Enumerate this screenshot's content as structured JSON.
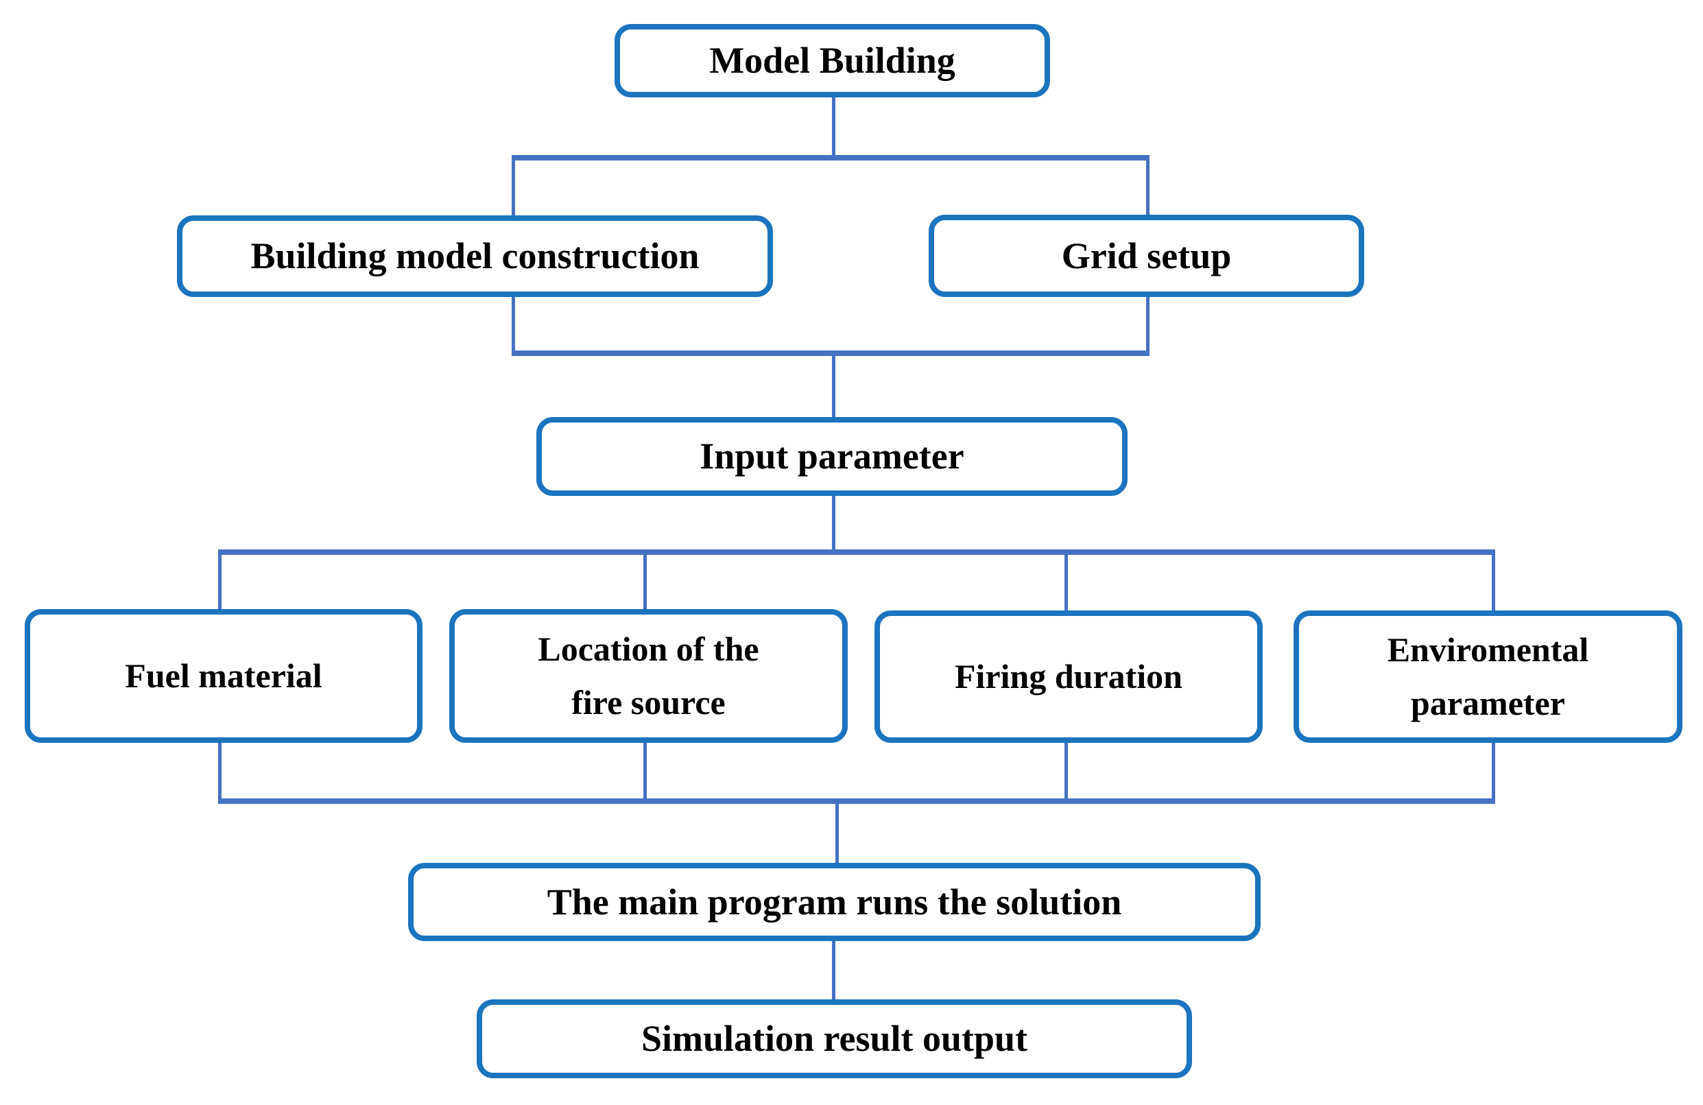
{
  "colors": {
    "box-border": "#1b74be",
    "connector": "#4472c4",
    "text": "#000000",
    "background": "#ffffff"
  },
  "nodes": {
    "model_building": {
      "label": "Model Building"
    },
    "building_model_construction": {
      "label": "Building model construction"
    },
    "grid_setup": {
      "label": "Grid setup"
    },
    "input_parameter": {
      "label": "Input parameter"
    },
    "fuel_material": {
      "label": "Fuel material"
    },
    "location_fire_source": {
      "label": "Location of the\nfire source"
    },
    "firing_duration": {
      "label": "Firing duration"
    },
    "enviromental_parameter": {
      "label": "Enviromental\nparameter"
    },
    "main_program": {
      "label": "The main program runs the solution"
    },
    "simulation_result": {
      "label": "Simulation result output"
    }
  },
  "edges": [
    {
      "from": "model_building",
      "to": "building_model_construction"
    },
    {
      "from": "model_building",
      "to": "grid_setup"
    },
    {
      "from": "building_model_construction",
      "to": "input_parameter"
    },
    {
      "from": "grid_setup",
      "to": "input_parameter"
    },
    {
      "from": "input_parameter",
      "to": "fuel_material"
    },
    {
      "from": "input_parameter",
      "to": "location_fire_source"
    },
    {
      "from": "input_parameter",
      "to": "firing_duration"
    },
    {
      "from": "input_parameter",
      "to": "enviromental_parameter"
    },
    {
      "from": "fuel_material",
      "to": "main_program"
    },
    {
      "from": "location_fire_source",
      "to": "main_program"
    },
    {
      "from": "firing_duration",
      "to": "main_program"
    },
    {
      "from": "enviromental_parameter",
      "to": "main_program"
    },
    {
      "from": "main_program",
      "to": "simulation_result"
    }
  ]
}
